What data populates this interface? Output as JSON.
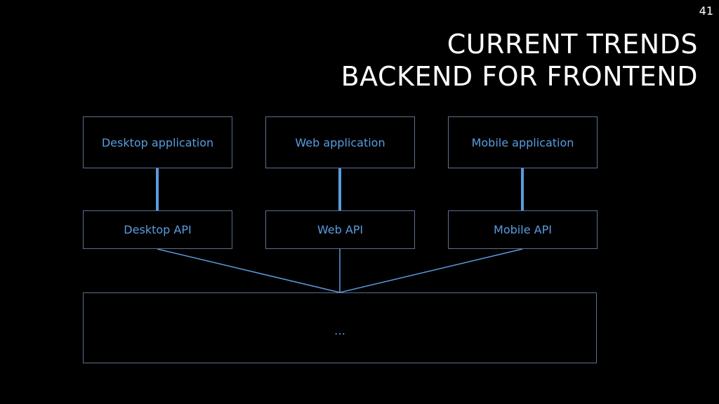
{
  "slide": {
    "number": "41",
    "title_line1": "CURRENT TRENDS",
    "title_line2": "BACKEND FOR FRONTEND"
  },
  "diagram": {
    "applications": [
      {
        "label": "Desktop application"
      },
      {
        "label": "Web application"
      },
      {
        "label": "Mobile application"
      }
    ],
    "apis": [
      {
        "label": "Desktop API"
      },
      {
        "label": "Web API"
      },
      {
        "label": "Mobile API"
      }
    ],
    "backend": {
      "label": "…"
    },
    "colors": {
      "background": "#000000",
      "text": "#ffffff",
      "box_text": "#5a9be0",
      "box_border": "#5c6f8f",
      "connector": "#5a9be0"
    }
  }
}
